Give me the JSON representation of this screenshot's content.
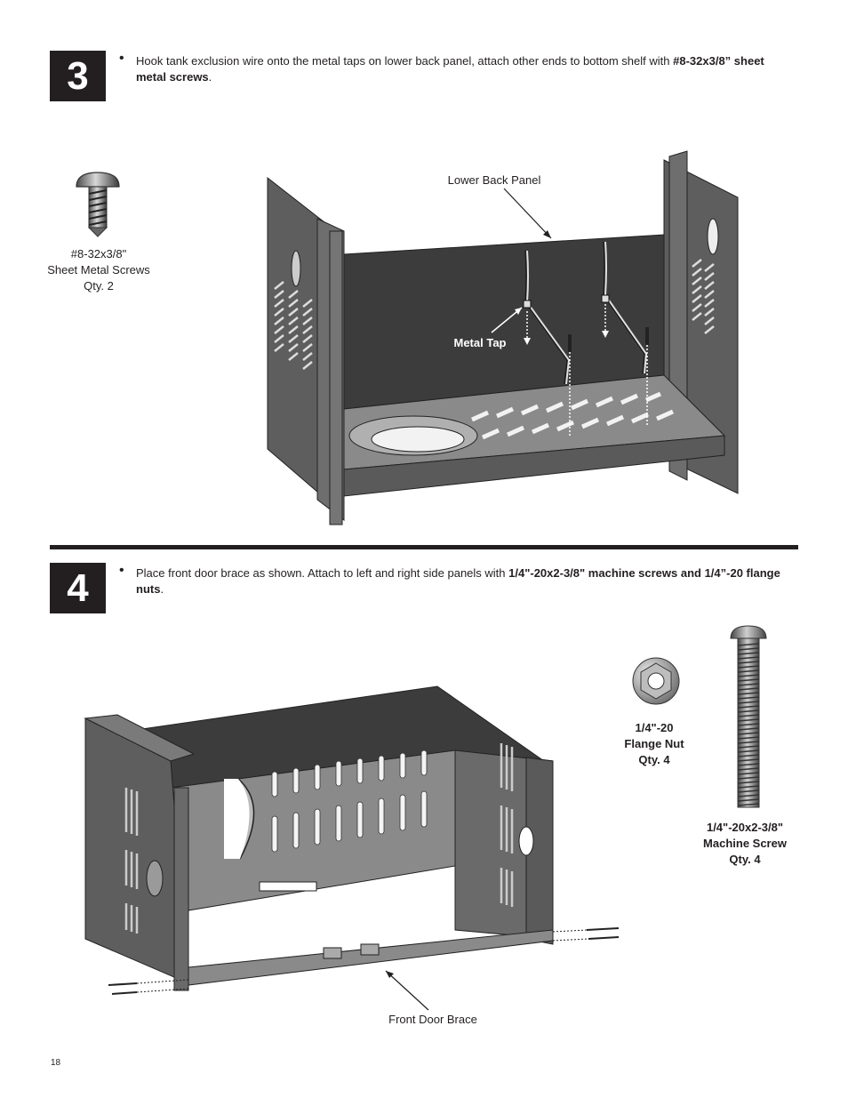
{
  "step3": {
    "number": "3",
    "bullet": "•",
    "text_before": "Hook tank exclusion wire onto the metal taps on lower back panel, attach other ends to bottom shelf with ",
    "text_bold": "#8-32x3/8” sheet metal screws",
    "text_after": ".",
    "part": {
      "line1": "#8-32x3/8\"",
      "line2": "Sheet Metal Screws",
      "line3": "Qty. 2"
    },
    "label_lower_back_panel": "Lower Back Panel",
    "label_metal_tap": "Metal Tap"
  },
  "step4": {
    "number": "4",
    "bullet": "•",
    "text_before": "Place front door brace as shown. Attach to left and right side panels with ",
    "text_bold": "1/4\"-20x2-3/8\" machine screws and 1/4”-20 flange nuts",
    "text_after": ".",
    "nut": {
      "line1": "1/4\"-20",
      "line2": "Flange Nut",
      "line3": "Qty. 4"
    },
    "screw": {
      "line1": "1/4\"-20x2-3/8\"",
      "line2": "Machine Screw",
      "line3": "Qty. 4"
    },
    "label_front_door_brace": "Front Door Brace"
  },
  "page_number": "18",
  "colors": {
    "ink": "#231f20",
    "panel": "#5e5e5e",
    "panel_dark": "#3c3c3c",
    "panel_light": "#8a8a8a"
  }
}
